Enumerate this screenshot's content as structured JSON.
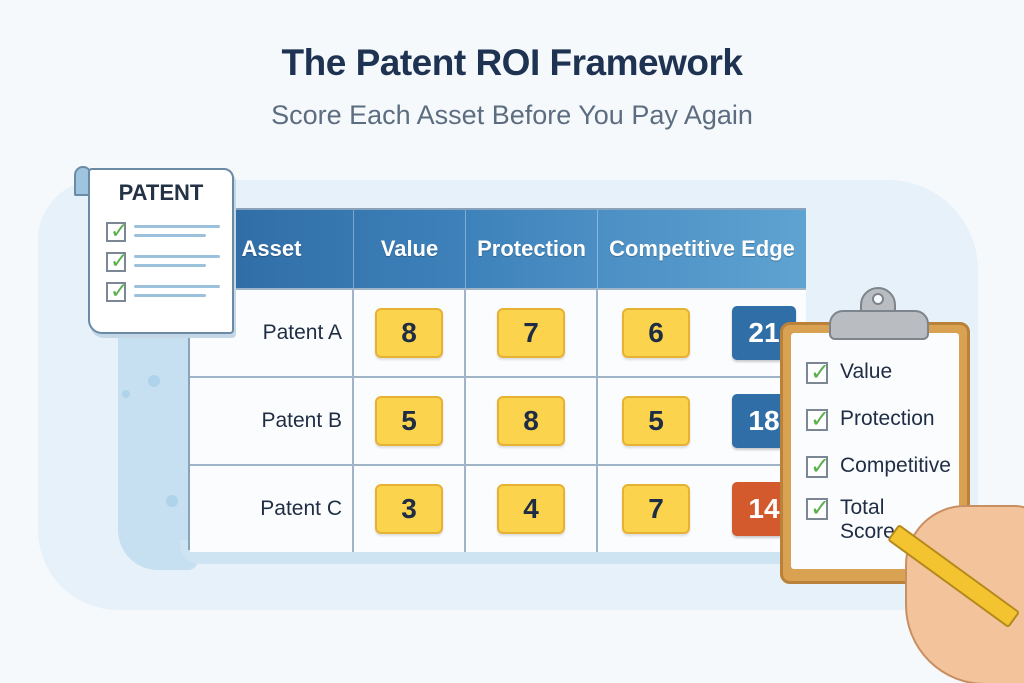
{
  "header": {
    "title": "The Patent ROI Framework",
    "subtitle": "Score Each Asset Before You Pay Again"
  },
  "patent_doc": {
    "label": "PATENT",
    "items_checked": 3,
    "icon": "document-checklist-icon"
  },
  "table": {
    "columns": [
      "Asset",
      "Value",
      "Protection",
      "Competitive Edge"
    ],
    "rows": [
      {
        "asset": "Patent A",
        "value": "8",
        "protection": "7",
        "competitive_edge": "6",
        "total": "21",
        "total_color": "#2f6ea6"
      },
      {
        "asset": "Patent B",
        "value": "5",
        "protection": "8",
        "competitive_edge": "5",
        "total": "18",
        "total_color": "#2f6ea6"
      },
      {
        "asset": "Patent C",
        "value": "3",
        "protection": "4",
        "competitive_edge": "7",
        "total": "14",
        "total_color": "#d25a2c"
      }
    ]
  },
  "clipboard": {
    "items": [
      "Value",
      "Protection",
      "Competitive",
      "Total",
      "Score"
    ]
  },
  "colors": {
    "header_blue": "#2e6aa3",
    "score_yellow": "#fcd34d",
    "total_blue": "#2f6ea6",
    "total_red": "#d25a2c",
    "check_green": "#5ab04b",
    "title_navy": "#1e3352"
  }
}
